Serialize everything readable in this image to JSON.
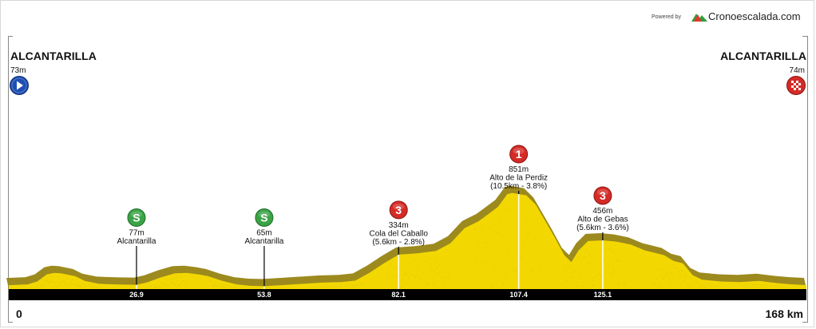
{
  "branding": {
    "powered_by": "Powered by",
    "name": "Cronoescalada.com",
    "logo_colors": [
      "#e03a2f",
      "#2e9e3e"
    ]
  },
  "route": {
    "start_name": "ALCANTARILLA",
    "start_altitude": "73m",
    "finish_name": "ALCANTARILLA",
    "finish_altitude": "74m",
    "start_icon": "play-arrow-icon",
    "finish_icon": "checkered-flag-icon"
  },
  "chart_data": {
    "type": "area",
    "x_unit": "km",
    "y_unit": "m",
    "x_range": [
      0,
      168
    ],
    "x_start_label": "0",
    "x_end_label": "168 km",
    "colors": {
      "fill": "#f2d800",
      "shadow": "#9c8a1e",
      "base_band": "#000000",
      "sprint_badge": "#3aa346",
      "climb_badge": "#d42b27",
      "start_badge": "#1f4fb3"
    },
    "profile": [
      [
        0,
        73
      ],
      [
        4,
        80
      ],
      [
        6,
        105
      ],
      [
        8,
        165
      ],
      [
        9.5,
        178
      ],
      [
        11,
        175
      ],
      [
        14,
        150
      ],
      [
        16,
        110
      ],
      [
        19,
        85
      ],
      [
        21,
        82
      ],
      [
        24,
        78
      ],
      [
        26.9,
        77
      ],
      [
        29,
        95
      ],
      [
        32,
        140
      ],
      [
        35,
        175
      ],
      [
        37.5,
        178
      ],
      [
        40,
        165
      ],
      [
        42,
        150
      ],
      [
        45,
        110
      ],
      [
        48,
        80
      ],
      [
        51,
        67
      ],
      [
        53.8,
        65
      ],
      [
        57,
        72
      ],
      [
        62,
        85
      ],
      [
        66,
        95
      ],
      [
        70,
        100
      ],
      [
        73,
        112
      ],
      [
        76,
        180
      ],
      [
        79,
        260
      ],
      [
        82.1,
        334
      ],
      [
        86,
        345
      ],
      [
        90,
        365
      ],
      [
        93,
        430
      ],
      [
        96,
        560
      ],
      [
        99,
        620
      ],
      [
        101,
        680
      ],
      [
        103,
        740
      ],
      [
        105,
        850
      ],
      [
        106,
        860
      ],
      [
        107.4,
        851
      ],
      [
        109,
        840
      ],
      [
        111,
        760
      ],
      [
        113,
        620
      ],
      [
        115,
        480
      ],
      [
        117,
        330
      ],
      [
        118.5,
        270
      ],
      [
        120,
        370
      ],
      [
        122,
        450
      ],
      [
        125.1,
        456
      ],
      [
        128,
        445
      ],
      [
        131,
        420
      ],
      [
        134,
        370
      ],
      [
        136,
        350
      ],
      [
        138,
        330
      ],
      [
        140,
        280
      ],
      [
        142,
        260
      ],
      [
        144,
        160
      ],
      [
        146,
        120
      ],
      [
        150,
        105
      ],
      [
        154,
        100
      ],
      [
        158,
        110
      ],
      [
        162,
        90
      ],
      [
        165,
        80
      ],
      [
        168,
        74
      ]
    ],
    "points": [
      {
        "type": "sprint",
        "badge": "S",
        "km": 26.9,
        "km_label": "26.9",
        "altitude": "77m",
        "name": "Alcantarilla",
        "detail": ""
      },
      {
        "type": "sprint",
        "badge": "S",
        "km": 53.8,
        "km_label": "53.8",
        "altitude": "65m",
        "name": "Alcantarilla",
        "detail": ""
      },
      {
        "type": "climb",
        "badge": "3",
        "km": 82.1,
        "km_label": "82.1",
        "altitude": "334m",
        "name": "Cola del Caballo",
        "detail": "(5.6km - 2.8%)"
      },
      {
        "type": "climb",
        "badge": "1",
        "km": 107.4,
        "km_label": "107.4",
        "altitude": "851m",
        "name": "Alto de la Perdiz",
        "detail": "(10.5km - 3.8%)"
      },
      {
        "type": "climb",
        "badge": "3",
        "km": 125.1,
        "km_label": "125.1",
        "altitude": "456m",
        "name": "Alto de Gebas",
        "detail": "(5.6km - 3.6%)"
      }
    ]
  }
}
